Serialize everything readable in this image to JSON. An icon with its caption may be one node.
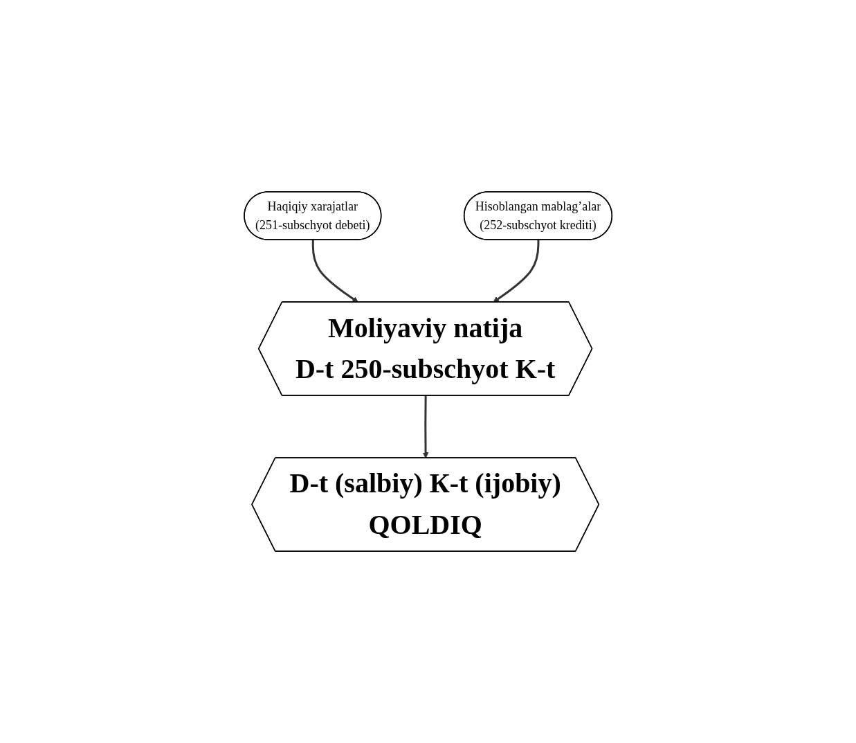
{
  "diagram": {
    "nodes": [
      {
        "text": [
          "Haqiqiy xarajatlar",
          "(251-subschyot debeti)"
        ]
      },
      {
        "text": [
          "Hisoblangan mablag’alar",
          "(252-subschyot krediti)"
        ]
      },
      {
        "text": [
          "Moliyaviy natija",
          "D-t 250-subschyot K-t"
        ]
      },
      {
        "text": [
          "D-t (salbiy) К-t (ijobiy)",
          "QOLDIQ"
        ]
      }
    ],
    "edges": [
      {
        "from": 0,
        "to": 2,
        "arrow": "to"
      },
      {
        "from": 1,
        "to": 2,
        "arrow": "to"
      },
      {
        "from": 2,
        "to": 3,
        "arrow": "to"
      }
    ]
  }
}
